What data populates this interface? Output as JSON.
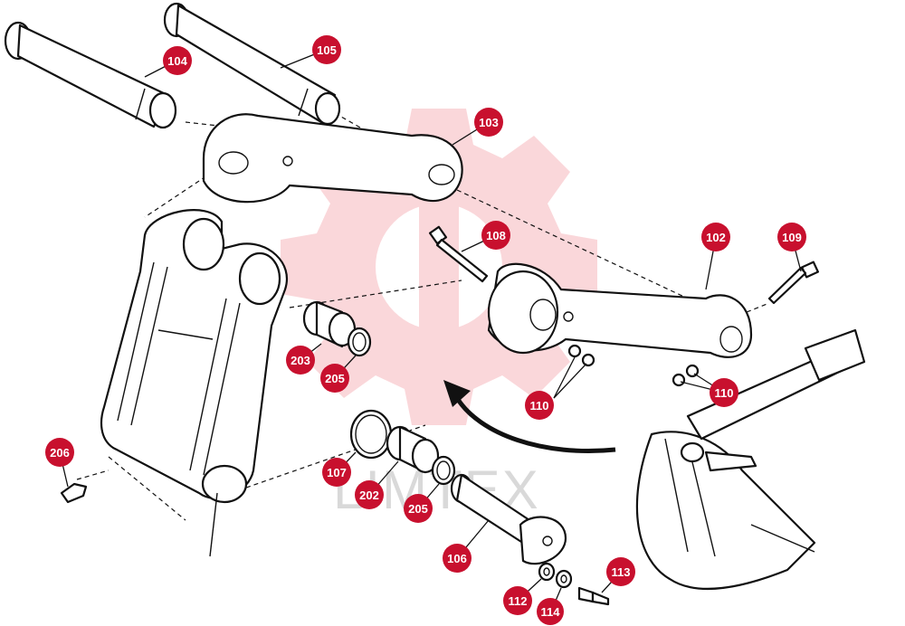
{
  "diagram": {
    "watermark": {
      "text": "LIMTEX",
      "color": "#f7b7bd"
    },
    "badge_color": "#c8102e",
    "labels": [
      {
        "id": "104",
        "text": "104"
      },
      {
        "id": "105",
        "text": "105"
      },
      {
        "id": "103",
        "text": "103"
      },
      {
        "id": "108",
        "text": "108"
      },
      {
        "id": "102",
        "text": "102"
      },
      {
        "id": "109",
        "text": "109"
      },
      {
        "id": "203",
        "text": "203"
      },
      {
        "id": "205a",
        "text": "205"
      },
      {
        "id": "110a",
        "text": "110"
      },
      {
        "id": "110b",
        "text": "110"
      },
      {
        "id": "206",
        "text": "206"
      },
      {
        "id": "107",
        "text": "107"
      },
      {
        "id": "202",
        "text": "202"
      },
      {
        "id": "205b",
        "text": "205"
      },
      {
        "id": "106",
        "text": "106"
      },
      {
        "id": "113",
        "text": "113"
      },
      {
        "id": "112",
        "text": "112"
      },
      {
        "id": "114",
        "text": "114"
      }
    ]
  }
}
